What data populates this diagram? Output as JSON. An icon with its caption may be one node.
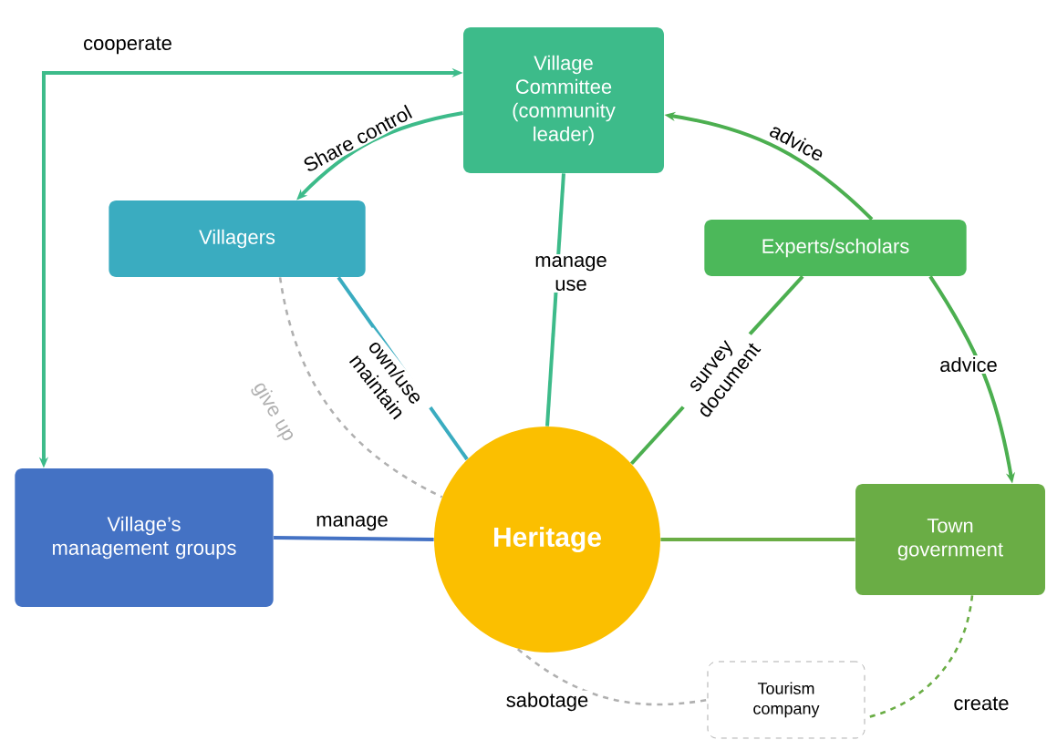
{
  "diagram": {
    "nodes": [
      {
        "text": [
          "Village Committee (community leader)"
        ]
      },
      {
        "text": [
          "Villagers"
        ]
      },
      {
        "text": [
          "Experts/scholars"
        ]
      },
      {
        "text": [
          "Village’s management groups"
        ]
      },
      {
        "text": [
          "Heritage"
        ]
      },
      {
        "text": [
          "Town government"
        ]
      },
      {
        "text": [
          "Tourism company"
        ]
      }
    ],
    "edges": [
      {
        "from": 3,
        "to": 0,
        "arrow": "both",
        "label": "cooperate"
      },
      {
        "from": 0,
        "to": 1,
        "arrow": "to",
        "label": "Share control"
      },
      {
        "from": 2,
        "to": 0,
        "arrow": "to",
        "label": "advice",
        "color": "#4caf50"
      },
      {
        "from": 2,
        "to": 5,
        "arrow": "to",
        "label": "advice",
        "color": "#4caf50"
      },
      {
        "from": 0,
        "to": 4,
        "arrow": "none",
        "label": "manage use"
      },
      {
        "from": 1,
        "to": 4,
        "arrow": "none",
        "label": "own/use maintain",
        "color": "#3aacc0"
      },
      {
        "from": 1,
        "to": 4,
        "arrow": "none",
        "label": "give up",
        "style": "dashed",
        "color": "#b0b0b0"
      },
      {
        "from": 2,
        "to": 4,
        "arrow": "none",
        "label": "survey document",
        "color": "#4caf50"
      },
      {
        "from": 3,
        "to": 4,
        "arrow": "none",
        "label": "manage",
        "color": "#4472c4"
      },
      {
        "from": 4,
        "to": 5,
        "arrow": "none",
        "color": "#6aad45"
      },
      {
        "from": 4,
        "to": 6,
        "arrow": "none",
        "label": "sabotage",
        "style": "dashed",
        "color": "#b0b0b0"
      },
      {
        "from": 5,
        "to": 6,
        "arrow": "none",
        "label": "create",
        "style": "dashed",
        "color": "#6aad45"
      }
    ]
  }
}
